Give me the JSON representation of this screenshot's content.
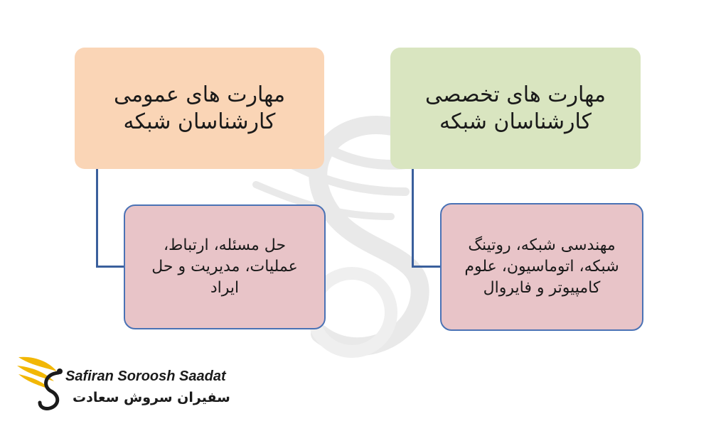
{
  "left_column": {
    "header": "مهارت های عمومی کارشناسان شبکه",
    "detail": "حل مسئله، ارتباط، عملیات، مدیریت و حل ایراد"
  },
  "right_column": {
    "header": "مهارت های تخصصی کارشناسان شبکه",
    "detail": "مهندسی شبکه، روتینگ شبکه، اتوماسیون، علوم کامپیوتر و فایروال"
  },
  "logo": {
    "name_en": "Safiran Soroosh Saadat",
    "name_fa": "سفیران سروش سعادت"
  },
  "colors": {
    "general_header": "#fad5b6",
    "specialized_header": "#d9e5c0",
    "detail_fill": "#e8c4c8",
    "detail_border": "#4a72b5",
    "connector": "#3a5f9c",
    "logo_gold": "#f2b705"
  }
}
